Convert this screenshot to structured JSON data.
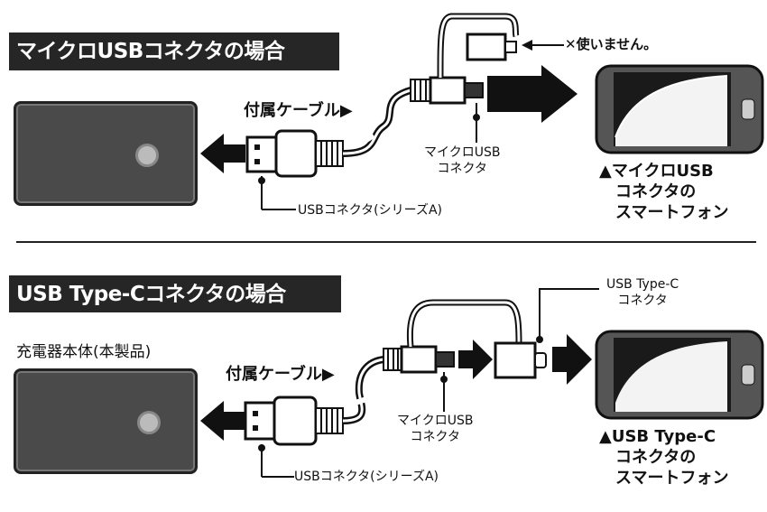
{
  "section1": {
    "title": "マイクロUSBコネクタの場合",
    "cable_label": "付属ケーブル▶",
    "not_used_label": "✕使いません。",
    "micro_usb_label": [
      "マイクロUSB",
      "コネクタ"
    ],
    "usb_a_label": "USBコネクタ(シリーズA)",
    "phone_caption": [
      "▲マイクロUSB",
      "コネクタの",
      "スマートフォン"
    ]
  },
  "section2": {
    "title": "USB Type-Cコネクタの場合",
    "charger_label": "充電器本体(本製品)",
    "cable_label": "付属ケーブル▶",
    "type_c_label": [
      "USB Type-C",
      "コネクタ"
    ],
    "micro_usb_label": [
      "マイクロUSB",
      "コネクタ"
    ],
    "usb_a_label": "USBコネクタ(シリーズA)",
    "phone_caption": [
      "▲USB Type-C",
      "コネクタの",
      "スマートフォン"
    ]
  }
}
